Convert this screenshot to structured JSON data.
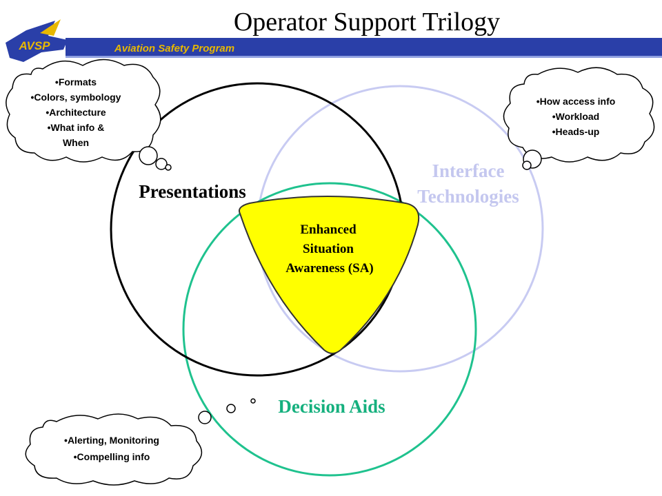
{
  "title": "Operator Support Trilogy",
  "banner": {
    "logo_text": "AVSP",
    "program_name": "Aviation Safety Program"
  },
  "circles": {
    "presentations": {
      "label": "Presentations"
    },
    "interface": {
      "label_line1": "Interface",
      "label_line2": "Technologies"
    },
    "decision": {
      "label": "Decision Aids"
    }
  },
  "center": {
    "line1": "Enhanced",
    "line2": "Situation",
    "line3": "Awareness (SA)"
  },
  "clouds": {
    "presentations": {
      "items": [
        "•Formats",
        "•Colors, symbology",
        "•Architecture",
        "•What info &",
        "When"
      ]
    },
    "interface": {
      "items": [
        "•How access info",
        "•Workload",
        "•Heads-up"
      ]
    },
    "decision": {
      "items": [
        "•Alerting, Monitoring",
        "•Compelling info"
      ]
    }
  },
  "colors": {
    "banner_blue": "#2a3fa8",
    "logo_gold": "#e8b800",
    "presentations_circle": "#000000",
    "interface_circle": "#c8cbf2",
    "interface_text": "#c4c7ef",
    "decision_circle": "#1fc28e",
    "decision_text": "#15b07e",
    "center_fill": "#ffff00"
  }
}
